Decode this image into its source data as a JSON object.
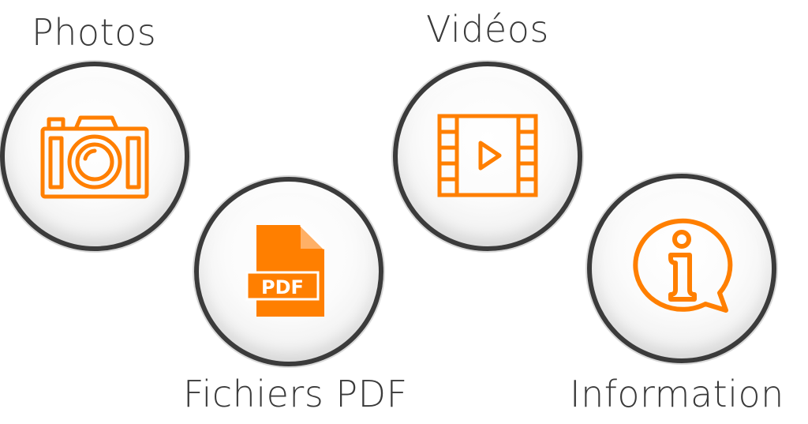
{
  "labels": {
    "photos": "Photos",
    "videos": "Vidéos",
    "pdf": "Fichiers PDF",
    "info": "Information"
  },
  "pdf_icon_text": "PDF",
  "icons": {
    "photos": "camera-icon",
    "videos": "film-play-icon",
    "pdf": "pdf-file-icon",
    "info": "info-speech-bubble-icon"
  },
  "colors": {
    "accent": "#FF7F00",
    "ring": "#3B3B3B",
    "text": "#3A3A3A"
  }
}
